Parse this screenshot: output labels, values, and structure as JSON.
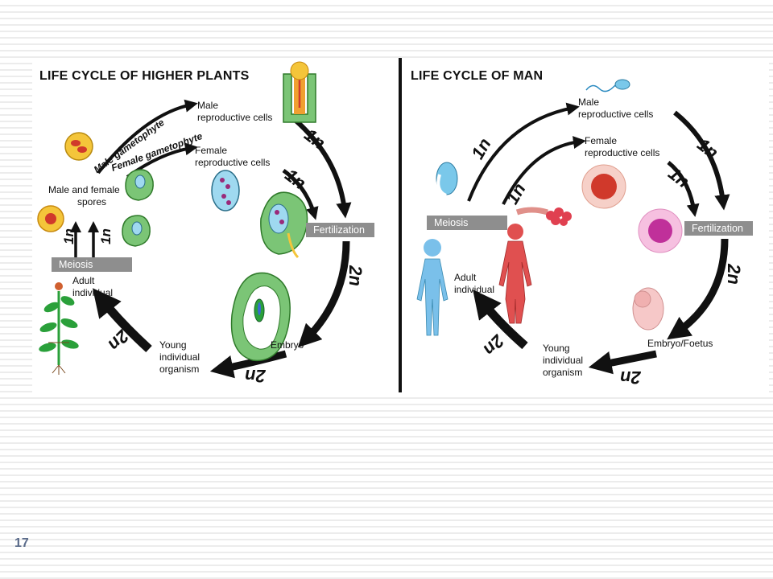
{
  "slide_number": "17",
  "plants": {
    "title": "LIFE CYCLE OF HIGHER PLANTS",
    "male_gametophyte": "Male gametophyte",
    "female_gametophyte": "Female gametophyte",
    "male_cells": [
      "Male",
      "reproductive cells"
    ],
    "female_cells": [
      "Female",
      "reproductive cells"
    ],
    "spores": [
      "Male and female",
      "spores"
    ],
    "meiosis": "Meiosis",
    "fertilization": "Fertilization",
    "adult": [
      "Adult",
      "individual"
    ],
    "young": [
      "Young",
      "individual",
      "organism"
    ],
    "embryo": "Embryo",
    "haploid": "1n",
    "diploid": "2n"
  },
  "man": {
    "title": "LIFE CYCLE OF MAN",
    "male_cells": [
      "Male",
      "reproductive cells"
    ],
    "female_cells": [
      "Female",
      "reproductive cells"
    ],
    "meiosis": "Meiosis",
    "fertilization": "Fertilization",
    "adult": [
      "Adult",
      "individual"
    ],
    "young": [
      "Young",
      "individual",
      "organism"
    ],
    "embryo": "Embryo/Foetus",
    "haploid": "1n",
    "diploid": "2n"
  }
}
